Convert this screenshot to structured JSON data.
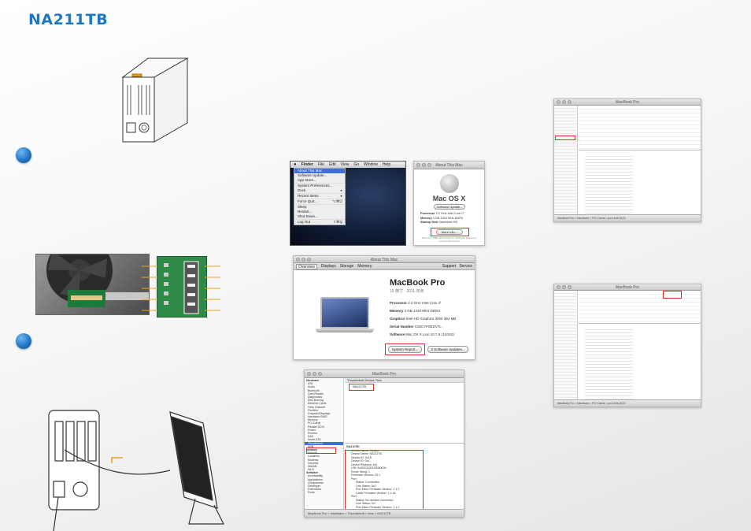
{
  "title": "NA211TB",
  "mac_menu": {
    "menubar": [
      "Finder",
      "File",
      "Edit",
      "View",
      "Go",
      "Window",
      "Help"
    ],
    "items": [
      "About This Mac",
      "Software Update...",
      "App Store...",
      "System Preferences...",
      "Dock",
      "Recent Items",
      "Force Quit...",
      "Sleep",
      "Restart...",
      "Shut Down...",
      "Log Out"
    ],
    "force_quit_shortcut": "⌥⌘⎋",
    "logout_shortcut": "⇧⌘Q"
  },
  "about_small": {
    "title": "About This Mac",
    "os_name": "Mac OS X",
    "version": "Version 10.7.5",
    "update_button": "Software Update...",
    "processor_label": "Processor",
    "processor": "2.2 GHz Intel Core i7",
    "memory_label": "Memory",
    "memory": "4 GB 1333 MHz DDR3",
    "startup_label": "Startup Disk",
    "startup": "Macintosh HD",
    "more_info_button": "More Info...",
    "footer": "TM and © 1983-2013 Apple Inc. All Rights Reserved. License Agreement"
  },
  "about_large": {
    "title": "About This Mac",
    "tabs": [
      "Overview",
      "Displays",
      "Storage",
      "Memory"
    ],
    "right_tabs": [
      "Support",
      "Service"
    ],
    "model": "MacBook Pro",
    "model_sub": "15 英寸 - 2011 年末",
    "specs": [
      {
        "label": "Processor",
        "value": "2.2 GHz Intel Core i7"
      },
      {
        "label": "Memory",
        "value": "4 GB 1333 MHz DDR3"
      },
      {
        "label": "Graphics",
        "value": "Intel HD Graphics 3000 384 MB"
      },
      {
        "label": "Serial Number",
        "value": "C02CYF0EDV7L"
      },
      {
        "label": "Software",
        "value": "Mac OS X Lion 10.7.5 (11G63)"
      }
    ],
    "system_report_button": "System Report...",
    "software_updates_button": "3 Software Updates..."
  },
  "sysinfo_main": {
    "title": "MacBook Pro",
    "hardware_items": [
      "Hardware",
      "ATA",
      "Audio",
      "Bluetooth",
      "Card Reader",
      "Diagnostics",
      "Disc Burning",
      "Ethernet Cards",
      "Fibre Channel",
      "FireWire",
      "Graphics/Displays",
      "Hardware RAID",
      "Memory",
      "PCI Cards",
      "Parallel SCSI",
      "Power",
      "Printers",
      "SAS",
      "Serial-ATA",
      "Thunderbolt",
      "USB"
    ],
    "network_items": [
      "Network",
      "Firewall",
      "Locations",
      "Modems",
      "Volumes",
      "WWAN",
      "Wi-Fi"
    ],
    "software_items": [
      "Software",
      "Accessibility",
      "Applications",
      "Components",
      "Developer",
      "Extensions",
      "Fonts"
    ],
    "table_header": "Thunderbolt Device Tree",
    "selected_device": "NA211TB",
    "details": [
      "NA211TB:",
      "Vendor Name: Netstor",
      "Device Name: NA211TB",
      "Vendor ID: 0x1D",
      "Device ID: 0x1",
      "Device Revision: 0x1",
      "UID: 0x0001D00100000000",
      "Route String: 1",
      "Firmware Version: 23.1",
      "Port:",
      "Status: Connected",
      "Link Status: 0x2",
      "Port Micro Firmware Version: 1.1.2",
      "Cable Firmware Version: 1.1.16",
      "Port:",
      "Status: No devices connected",
      "Link Status: 0x7",
      "Port Micro Firmware Version: 1.1.2"
    ],
    "statusbar": "MacBook Pro > Hardware > Thunderbolt > Mac > NA211TB"
  },
  "sysinfo_top": {
    "title": "MacBook Pro",
    "statusbar": "MacBook Pro > Hardware > PCI Cards > pci-1b4b,9123"
  },
  "sysinfo_mid": {
    "title": "MacBook Pro",
    "statusbar": "MacBook Pro > Hardware > PCI Cards > pci-1b4b,9123"
  },
  "colors": {
    "accent": "#1d76c8",
    "highlight": "#e02b2b",
    "arrow": "#f0a020"
  }
}
